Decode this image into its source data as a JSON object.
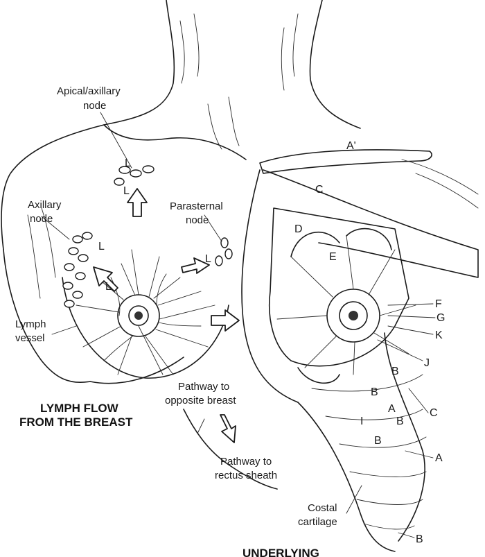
{
  "labels": {
    "apical_line1": "Apical/axillary",
    "apical_line2": "node",
    "axillary_line1": "Axillary",
    "axillary_line2": "node",
    "parasternal_line1": "Parasternal",
    "parasternal_line2": "node",
    "lymph_vessel_line1": "Lymph",
    "lymph_vessel_line2": "vessel",
    "opposite_line1": "Pathway to",
    "opposite_line2": "opposite breast",
    "rectus_line1": "Pathway to",
    "rectus_line2": "rectus sheath",
    "costal_line1": "Costal",
    "costal_line2": "cartilage",
    "title_line1": "LYMPH FLOW",
    "title_line2": "FROM THE BREAST",
    "bottom_heading": "UNDERLYING"
  },
  "letters": {
    "a_prime": "A'",
    "c_top": "C",
    "d": "D",
    "e": "E",
    "f": "F",
    "g": "G",
    "k": "K",
    "j": "J",
    "c_right": "C",
    "a_right": "A",
    "b_right": "B",
    "b1": "B",
    "b2": "B",
    "b3": "B",
    "b4": "B",
    "a_mid": "A",
    "i": "I",
    "l1": "L",
    "l2": "L",
    "l3": "L",
    "l4": "L",
    "l5": "L"
  }
}
